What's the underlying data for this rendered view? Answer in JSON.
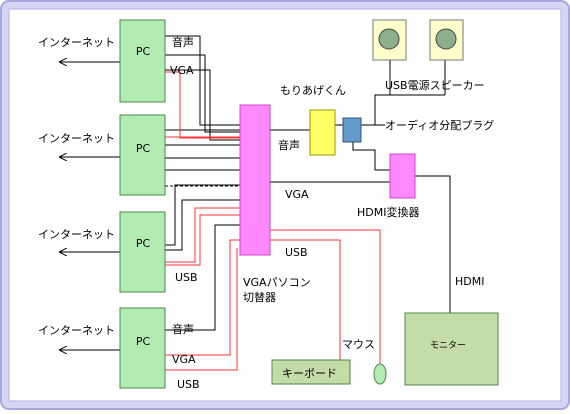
{
  "colors": {
    "pc_fill": "#b3ecb3",
    "pc_border": "#4a8a4a",
    "switcher_fill": "#ff88ff",
    "hdmi_converter_fill": "#ff88ff",
    "moriagekun_fill": "#ffff66",
    "splitter_fill": "#6699cc",
    "monitor_fill": "#c4dca8",
    "keyboard_fill": "#c4dca8",
    "mouse_fill": "#b3ecb3",
    "speaker_fill": "#ffffcc",
    "speaker_cone": "#8cb08c",
    "audio_line": "#000000",
    "vga_line": "#ff3333",
    "usb_line": "#cc3333",
    "frame_outer": "#c8c8f0",
    "frame_inner": "#ffffff"
  },
  "labels": {
    "internet": "インターネット",
    "pc": "PC",
    "audio": "音声",
    "vga": "VGA",
    "usb": "USB",
    "moriagekun": "もりあげくん",
    "usb_speaker": "USB電源スピーカー",
    "audio_splitter": "オーディオ分配プラグ",
    "hdmi_converter": "HDMI変換器",
    "vga_switcher_line1": "VGAパソコン",
    "vga_switcher_line2": "切替器",
    "hdmi": "HDMI",
    "mouse": "マウス",
    "keyboard": "キーボード",
    "monitor": "モニター"
  }
}
